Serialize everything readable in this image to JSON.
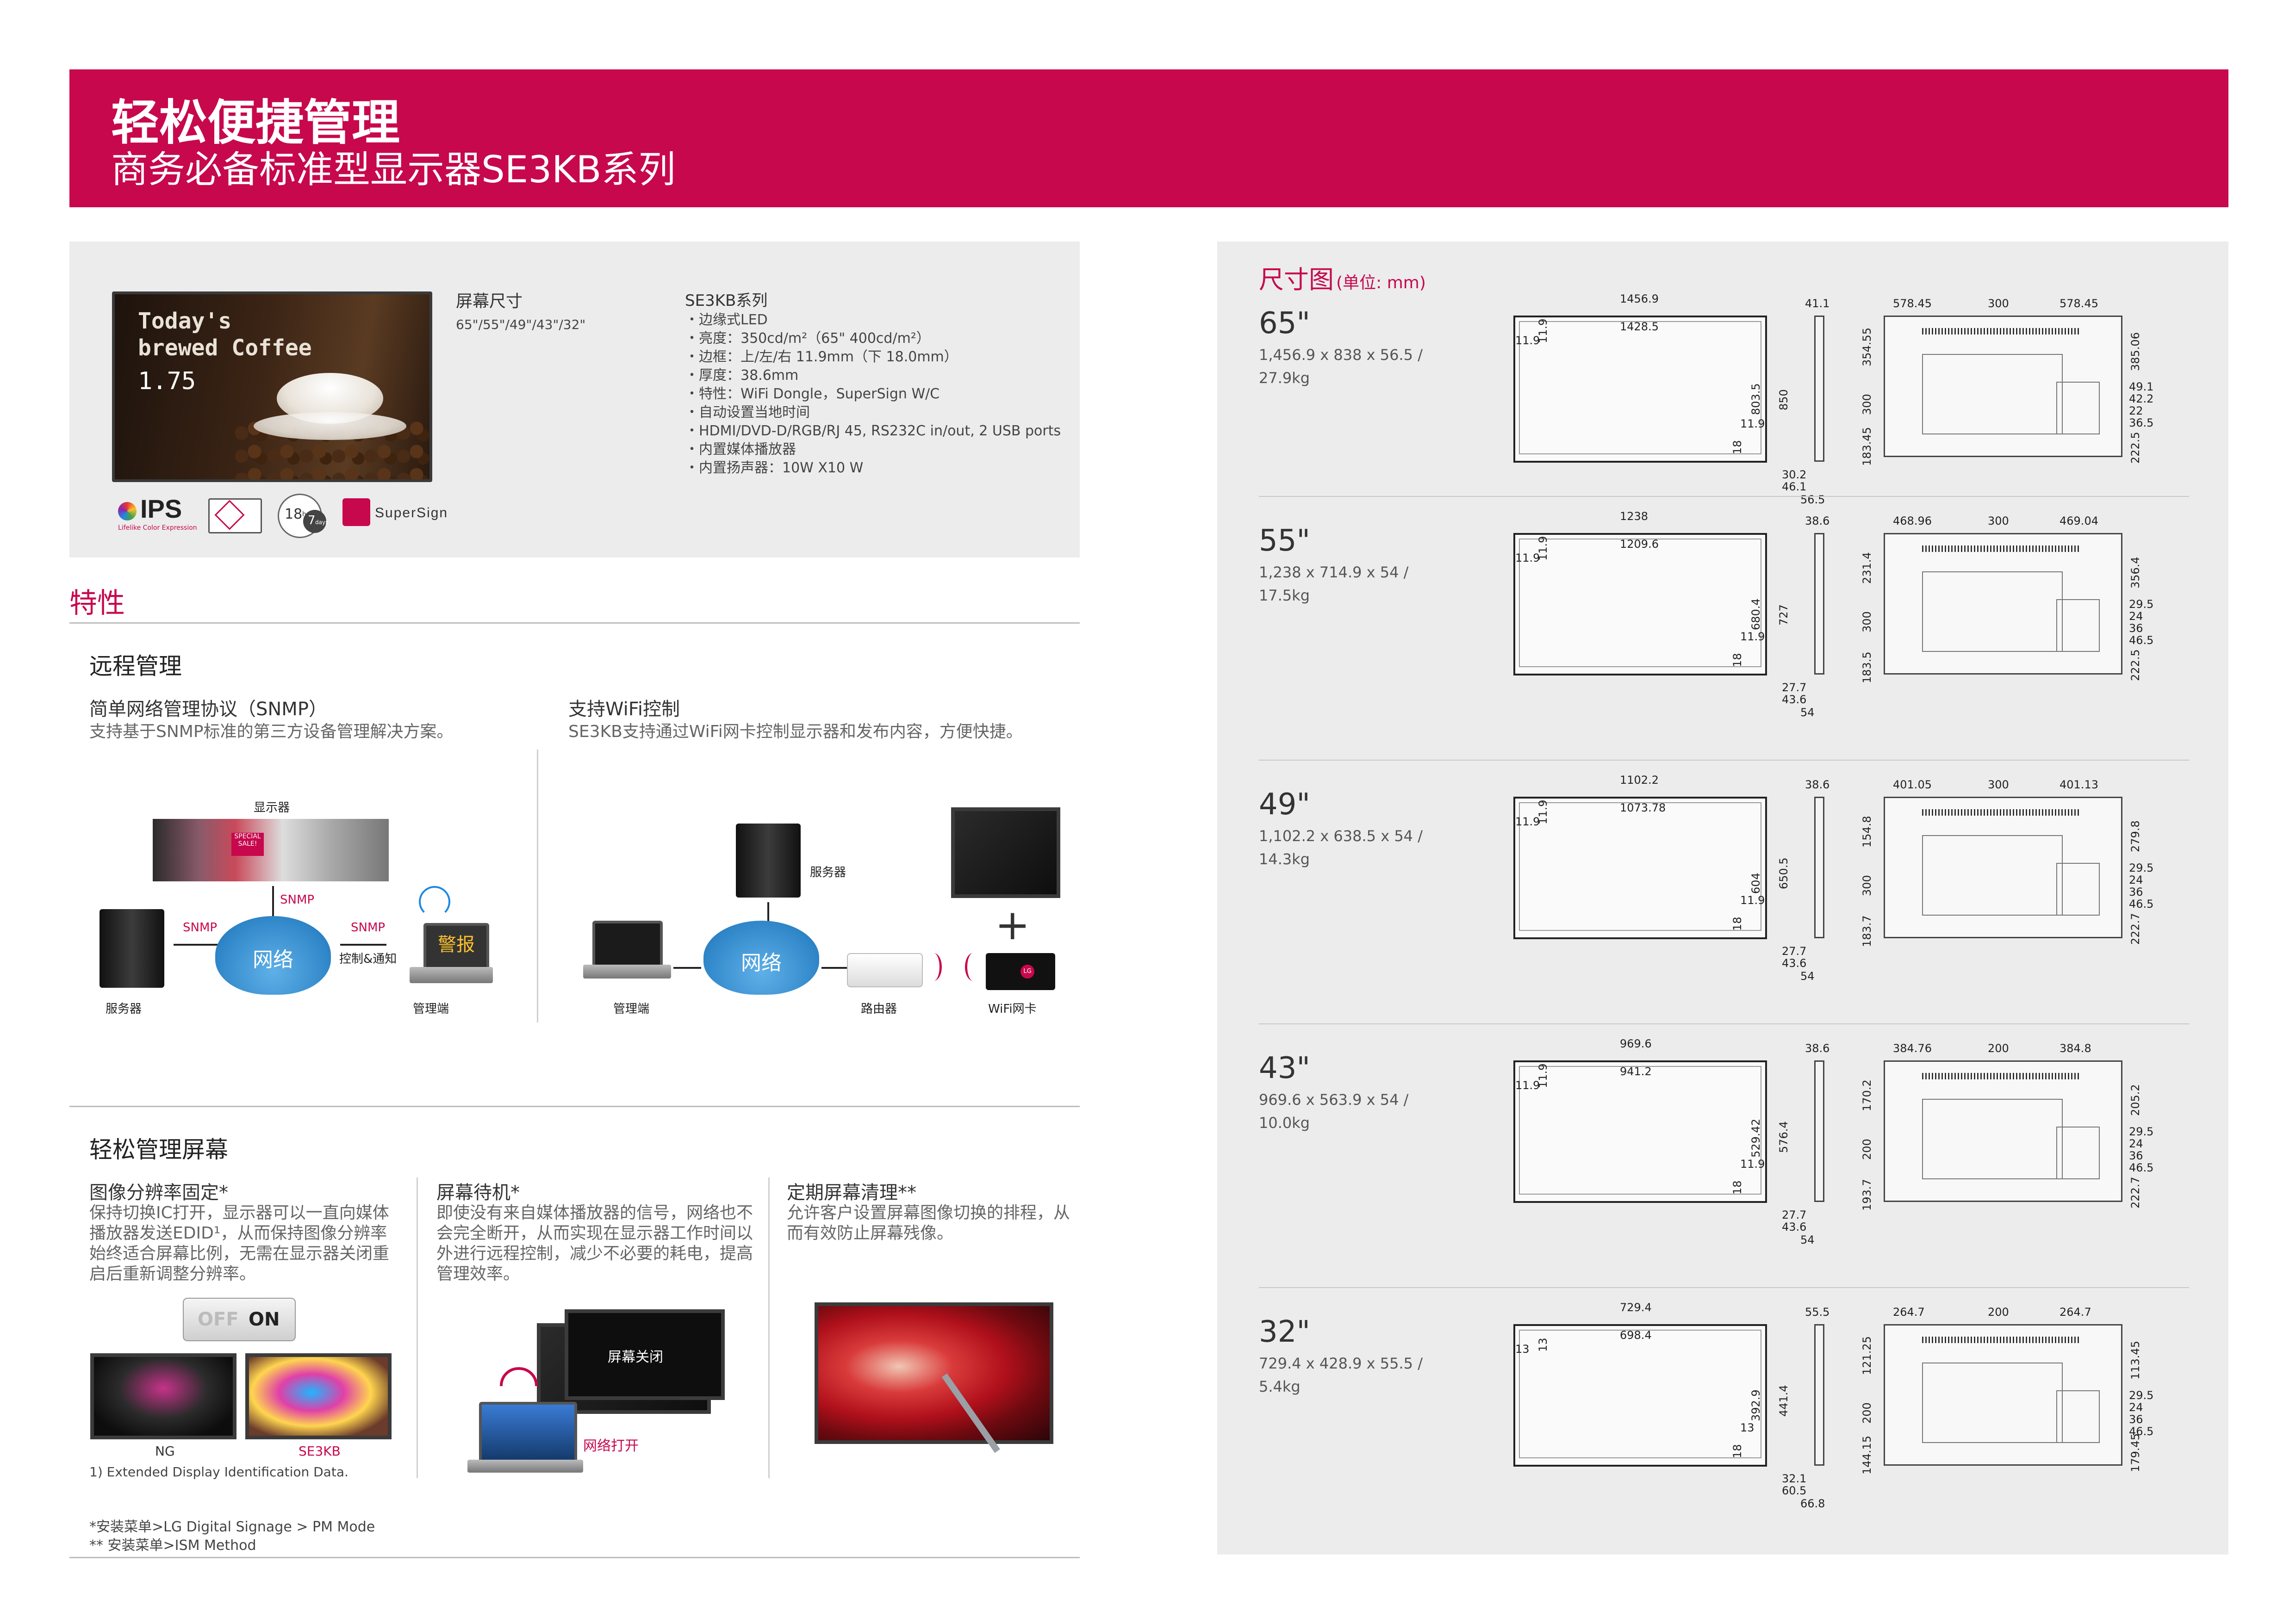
{
  "header": {
    "title": "轻松便捷管理",
    "subtitle": "商务必备标准型显示器SE3KB系列"
  },
  "product": {
    "tv_text_line1": "Today's",
    "tv_text_line2": "brewed Coffee",
    "tv_price": "1.75",
    "screen_size_label": "屏幕尺寸",
    "screen_sizes": "65\"/55\"/49\"/43\"/32\"",
    "series_label": "SE3KB系列",
    "features": [
      "・边缘式LED",
      "・亮度：350cd/m²（65\" 400cd/m²）",
      "・边框：上/左/右 11.9mm（下 18.0mm）",
      "・厚度：38.6mm",
      "・特性：WiFi Dongle，SuperSign W/C",
      "・自动设置当地时间",
      "・HDMI/DVD-D/RGB/RJ 45, RS232C in/out, 2 USB ports",
      "・内置媒体播放器",
      "・内置扬声器：10W X10 W"
    ],
    "logos": {
      "ips": "IPS",
      "ips_sub": "Lifelike Color Expression",
      "hours": "18",
      "hours_unit": "hrs",
      "days": "7",
      "days_unit": "days",
      "supersign": "SuperSign"
    }
  },
  "features": {
    "section_title": "特性",
    "remote": {
      "title": "远程管理",
      "snmp_title": "简单网络管理协议（SNMP）",
      "snmp_desc": "支持基于SNMP标准的第三方设备管理解决方案。",
      "wifi_title": "支持WiFi控制",
      "wifi_desc": "SE3KB支持通过WiFi网卡控制显示器和发布内容，方便快捷。",
      "diagram1": {
        "display": "显示器",
        "server": "服务器",
        "admin": "管理端",
        "network": "网络",
        "snmp": "SNMP",
        "control": "控制&通知",
        "alert": "警报",
        "special": "SPECIAL SALE!"
      },
      "diagram2": {
        "server": "服务器",
        "admin": "管理端",
        "network": "网络",
        "router": "路由器",
        "wifi_card": "WiFi网卡",
        "plus": "+",
        "lg": "LG"
      }
    },
    "screen": {
      "title": "轻松管理屏幕",
      "col1_title": "图像分辨率固定*",
      "col1_desc": "保持切换IC打开，显示器可以一直向媒体播放器发送EDID¹，从而保持图像分辨率始终适合屏幕比例，无需在显示器关闭重启后重新调整分辨率。",
      "col2_title": "屏幕待机*",
      "col2_desc": "即使没有来自媒体播放器的信号，网络也不会完全断开，从而实现在显示器工作时间以外进行远程控制，减少不必要的耗电，提高管理效率。",
      "col3_title": "定期屏幕清理**",
      "col3_desc": "允许客户设置屏幕图像切换的排程，从而有效防止屏幕残像。",
      "switch_off": "OFF",
      "switch_on": "ON",
      "ng": "NG",
      "se3kb": "SE3KB",
      "footnote1": "1) Extended Display Identification Data.",
      "screen_off": "屏幕关闭",
      "network_on": "网络打开",
      "footnote_a": "*安装菜单>LG Digital Signage > PM Mode",
      "footnote_b": "** 安装菜单>ISM Method"
    }
  },
  "dimensions": {
    "title": "尺寸图",
    "unit": "(单位: mm)",
    "models": [
      {
        "size": "65\"",
        "spec1": "1,456.9 x 838 x 56.5 /",
        "spec2": "27.9kg",
        "fw": "1456.9",
        "fw2": "1428.5",
        "b_top": "11.9",
        "b_left": "11.9",
        "b_right": "11.9",
        "b_bottom": "18",
        "ih": "803.5",
        "oh": "850",
        "d_top": "41.1",
        "d1": "30.2",
        "d2": "46.1",
        "d3": "56.5",
        "bw1": "578.45",
        "bw2": "300",
        "bw3": "578.45",
        "bh1": "354.55",
        "bh2": "300",
        "bh3": "183.45",
        "bh4": "385.06",
        "r1": "49.1",
        "r2": "42.2",
        "r3": "22",
        "r4": "36.5",
        "r5": "222.5"
      },
      {
        "size": "55\"",
        "spec1": "1,238 x 714.9 x 54 /",
        "spec2": "17.5kg",
        "fw": "1238",
        "fw2": "1209.6",
        "b_top": "11.9",
        "b_left": "11.9",
        "b_right": "11.9",
        "b_bottom": "18",
        "ih": "680.4",
        "oh": "727",
        "d_top": "38.6",
        "d1": "27.7",
        "d2": "43.6",
        "d3": "54",
        "bw1": "468.96",
        "bw2": "300",
        "bw3": "469.04",
        "bh1": "231.4",
        "bh2": "300",
        "bh3": "183.5",
        "bh4": "356.4",
        "r1": "29.5",
        "r2": "24",
        "r3": "36",
        "r4": "46.5",
        "r5": "222.5"
      },
      {
        "size": "49\"",
        "spec1": "1,102.2 x 638.5 x 54 /",
        "spec2": "14.3kg",
        "fw": "1102.2",
        "fw2": "1073.78",
        "b_top": "11.9",
        "b_left": "11.9",
        "b_right": "11.9",
        "b_bottom": "18",
        "ih": "604",
        "oh": "650.5",
        "d_top": "38.6",
        "d1": "27.7",
        "d2": "43.6",
        "d3": "54",
        "bw1": "401.05",
        "bw2": "300",
        "bw3": "401.13",
        "bh1": "154.8",
        "bh2": "300",
        "bh3": "183.7",
        "bh4": "279.8",
        "r1": "29.5",
        "r2": "24",
        "r3": "36",
        "r4": "46.5",
        "r5": "222.7"
      },
      {
        "size": "43\"",
        "spec1": "969.6 x 563.9 x 54 /",
        "spec2": "10.0kg",
        "fw": "969.6",
        "fw2": "941.2",
        "b_top": "11.9",
        "b_left": "11.9",
        "b_right": "11.9",
        "b_bottom": "18",
        "ih": "529.42",
        "oh": "576.4",
        "d_top": "38.6",
        "d1": "27.7",
        "d2": "43.6",
        "d3": "54",
        "bw1": "384.76",
        "bw2": "200",
        "bw3": "384.8",
        "bh1": "170.2",
        "bh2": "200",
        "bh3": "193.7",
        "bh4": "205.2",
        "r1": "29.5",
        "r2": "24",
        "r3": "36",
        "r4": "46.5",
        "r5": "222.7"
      },
      {
        "size": "32\"",
        "spec1": "729.4 x 428.9 x 55.5 /",
        "spec2": "5.4kg",
        "fw": "729.4",
        "fw2": "698.4",
        "b_top": "13",
        "b_left": "13",
        "b_right": "13",
        "b_bottom": "18",
        "ih": "392.9",
        "oh": "441.4",
        "d_top": "55.5",
        "d1": "32.1",
        "d2": "60.5",
        "d3": "66.8",
        "bw1": "264.7",
        "bw2": "200",
        "bw3": "264.7",
        "bh1": "121.25",
        "bh2": "200",
        "bh3": "144.15",
        "bh4": "113.45",
        "r1": "29.5",
        "r2": "24",
        "r3": "36",
        "r4": "46.5",
        "r5": "179.45"
      }
    ]
  },
  "colors": {
    "brand": "#c7084d",
    "panel": "#ececec",
    "cloud": "#2f86c8"
  }
}
